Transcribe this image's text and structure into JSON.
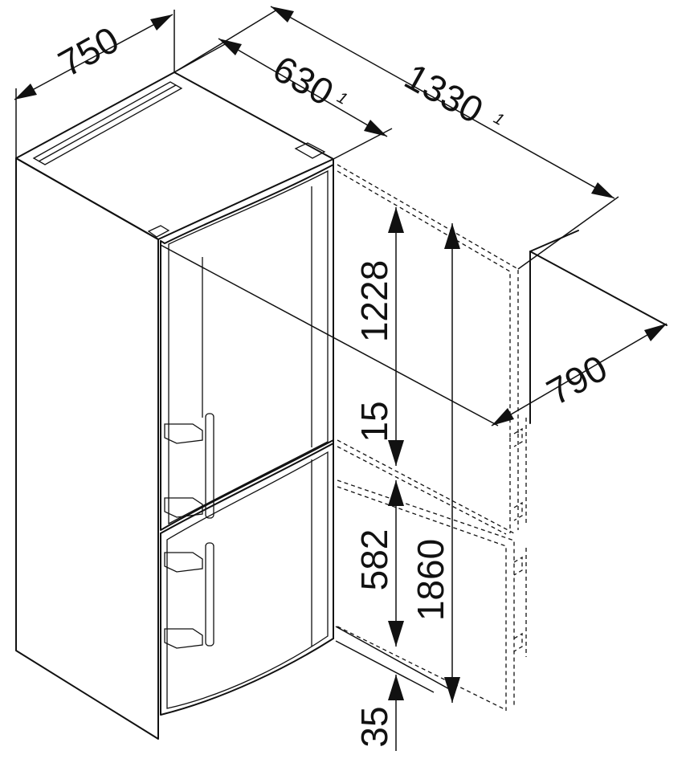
{
  "dimensions": {
    "width": "750",
    "depth": "630",
    "depth_note": "1",
    "depth_door_open": "1330",
    "depth_door_open_note": "1",
    "clearance_diagonal": "790",
    "upper_door_height": "1228",
    "door_gap": "15",
    "lower_door_height": "582",
    "total_height": "1860",
    "base_height": "35"
  }
}
